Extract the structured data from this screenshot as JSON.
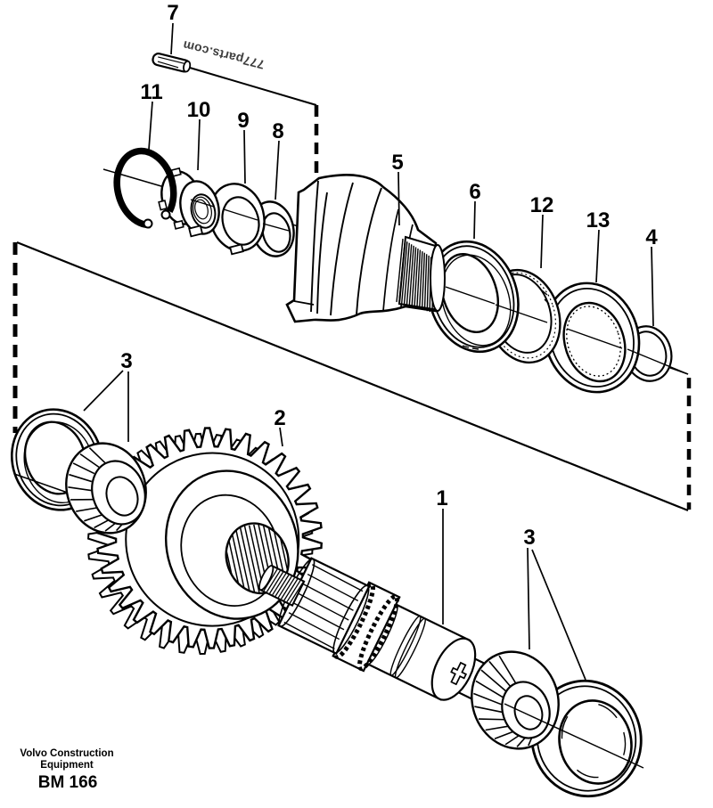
{
  "colors": {
    "ink": "#000000",
    "paper": "#ffffff",
    "watermark": "#3f3f3f"
  },
  "watermark": {
    "text": "777parts.com"
  },
  "footer": {
    "brand_line1": "Volvo Construction",
    "brand_line2": "Equipment",
    "figure_code": "BM 166"
  },
  "callouts": {
    "c7": "7",
    "c11": "11",
    "c10": "10",
    "c9": "9",
    "c8": "8",
    "c5": "5",
    "c6": "6",
    "c12": "12",
    "c13": "13",
    "c4": "4",
    "c3_left": "3",
    "c2": "2",
    "c1": "1",
    "c3_right": "3"
  }
}
